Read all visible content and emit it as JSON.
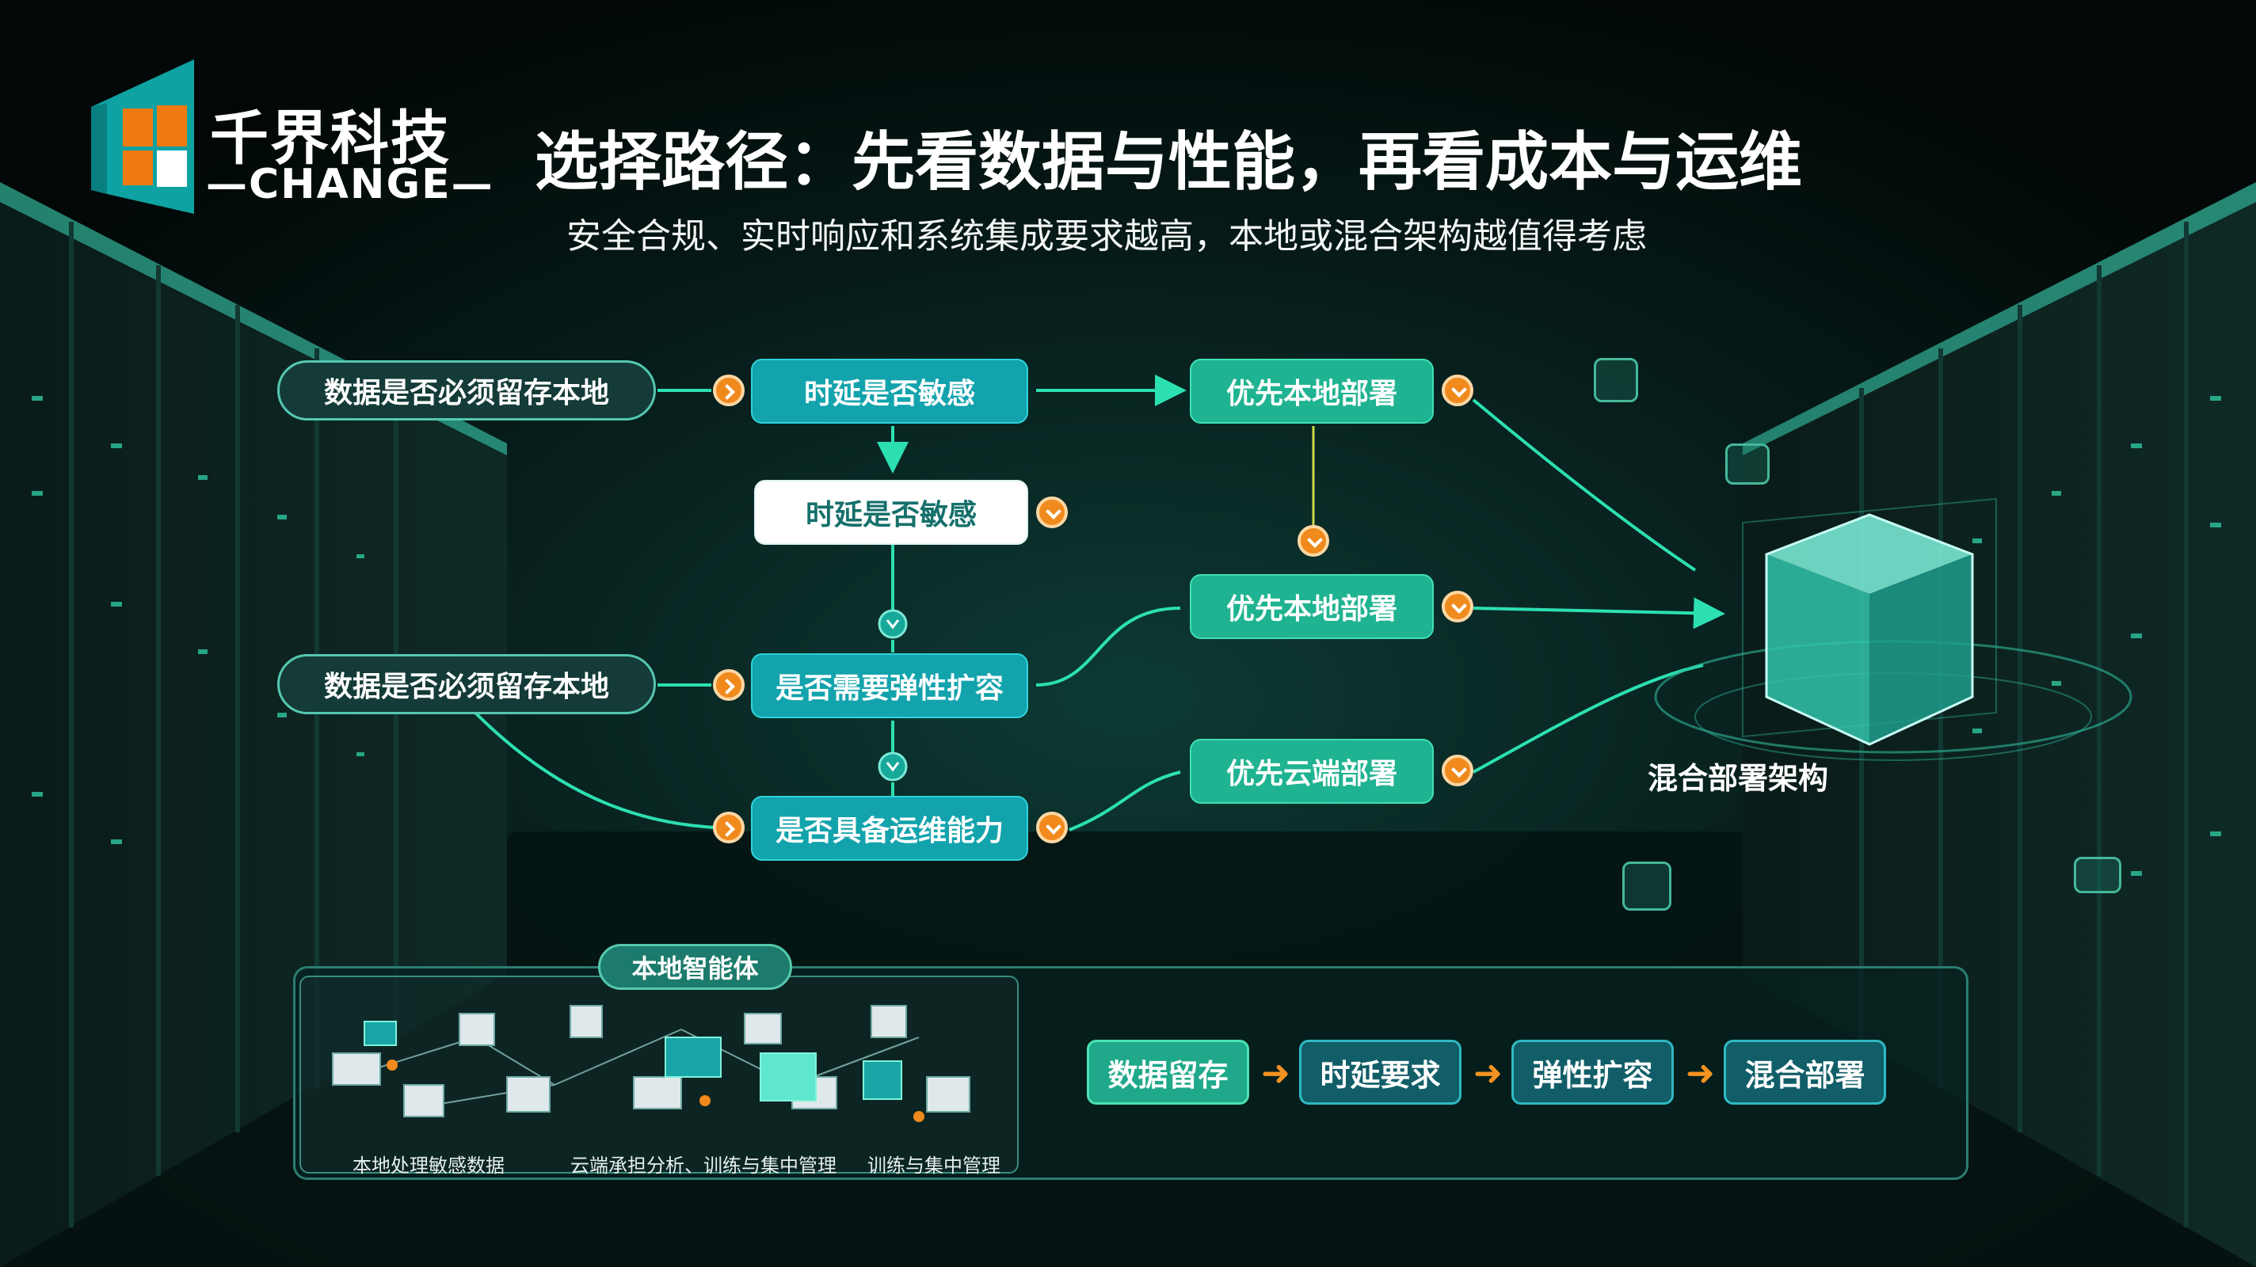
{
  "brand": {
    "name": "千界科技",
    "sub": "—CHANGE—"
  },
  "title": "选择路径：先看数据与性能，再看成本与运维",
  "subtitle": "安全合规、实时响应和系统集成要求越高，本地或混合架构越值得考虑",
  "flow_nodes": {
    "q1": "数据是否必须留存本地",
    "q2": "时延是否敏感",
    "r1": "优先本地部署",
    "q3": "时延是否敏感",
    "r2": "优先本地部署",
    "q4": "数据是否必须留存本地",
    "q5": "是否需要弹性扩容",
    "q6": "是否具备运维能力",
    "r3": "优先云端部署"
  },
  "cube_label": "混合部署架构",
  "panel": {
    "tag": "本地智能体",
    "captions": [
      "本地处理敏感数据",
      "云端承担分析、训练与集中管理",
      "训练与集中管理"
    ]
  },
  "flow_strip": [
    "数据留存",
    "时延要求",
    "弹性扩容",
    "混合部署"
  ],
  "colors": {
    "teal": "#13a3ad",
    "green": "#1fb391",
    "orange": "#f08a1d",
    "bg": "#04100f"
  }
}
